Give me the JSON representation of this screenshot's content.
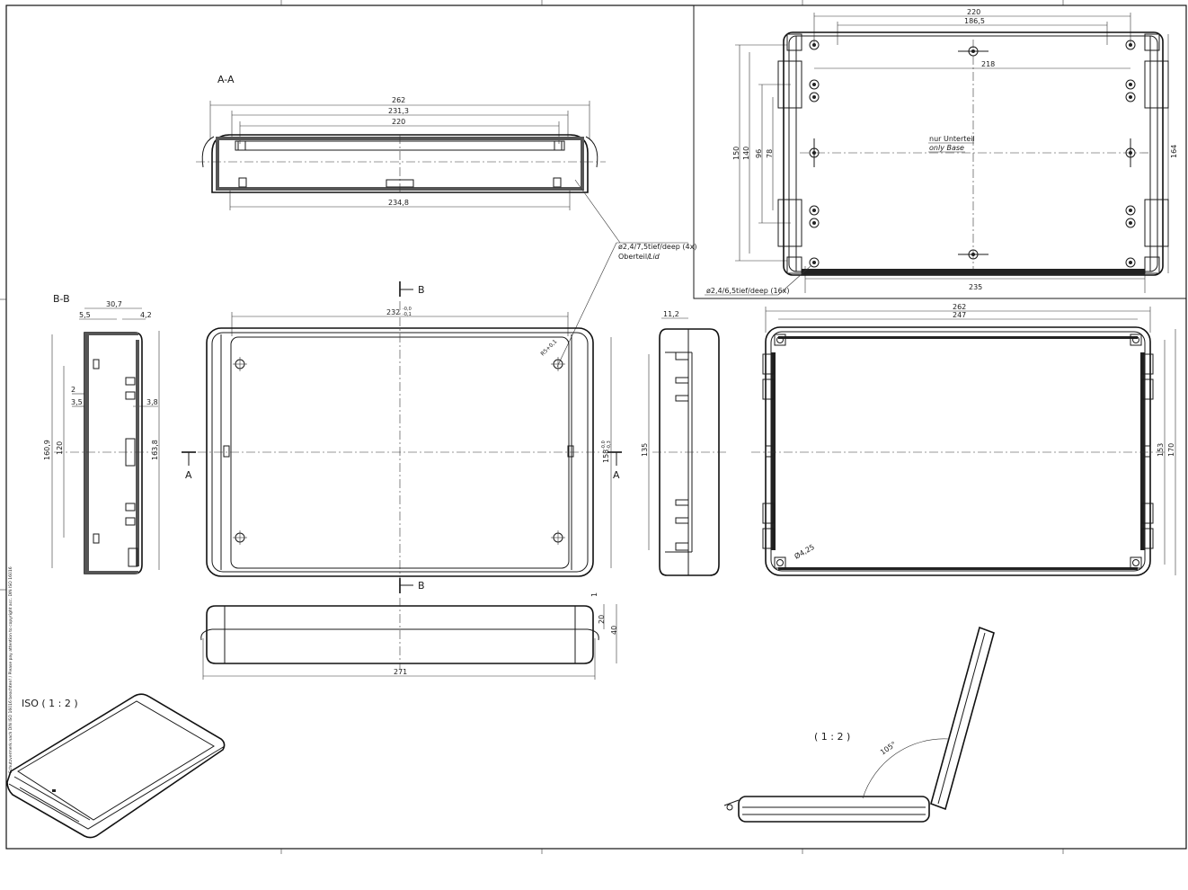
{
  "views": {
    "section_aa": "A-A",
    "section_bb": "B-B",
    "iso": "ISO ( 1 : 2 )",
    "open_scale": "( 1 : 2 )"
  },
  "cut_markers": {
    "a": "A",
    "b": "B"
  },
  "dimensions": {
    "aa_262": "262",
    "aa_231_3": "231,3",
    "aa_220": "220",
    "aa_234_8": "234,8",
    "bb_30_7": "30,7",
    "bb_5_5": "5,5",
    "bb_4_2": "4,2",
    "bb_2": "2",
    "bb_3_5": "3,5",
    "bb_3_8": "3,8",
    "bb_160_9": "160,9",
    "bb_120": "120",
    "bb_163_8": "163,8",
    "front_232": "232",
    "front_232_tol_top": "-0,0",
    "front_232_tol_bot": "-0,1",
    "front_158": "158",
    "front_158_tol_top": "-0,0",
    "front_158_tol_bot": "-0,3",
    "front_r5": "R5+0,1",
    "side_11_2": "11,2",
    "side_135": "135",
    "bottom_271": "271",
    "bottom_1": "1",
    "bottom_20": "20",
    "bottom_40": "40",
    "base_262": "262",
    "base_247": "247",
    "base_153": "153",
    "base_170": "170",
    "base_dia": "Ø4,25",
    "top_220": "220",
    "top_186_5": "186,5",
    "top_218": "218",
    "top_150": "150",
    "top_140": "140",
    "top_96": "96",
    "top_78": "78",
    "top_164": "164",
    "top_235": "235",
    "open_angle": "105°"
  },
  "notes": {
    "hole_lid_line1": "ø2,4/7,5tief/deep (4x)",
    "hole_lid_line2_a": "Oberteil/",
    "hole_lid_line2_b": "Lid",
    "base_only_line1": "nur Unterteil",
    "base_only_line2": "only Base",
    "hole_base": "ø2,4/6,5tief/deep (16x)",
    "copyright": "Schutzvermerk nach DIN ISO 16016 beachten! / Please pay attention to copyright acc. DIN ISO 16016"
  }
}
